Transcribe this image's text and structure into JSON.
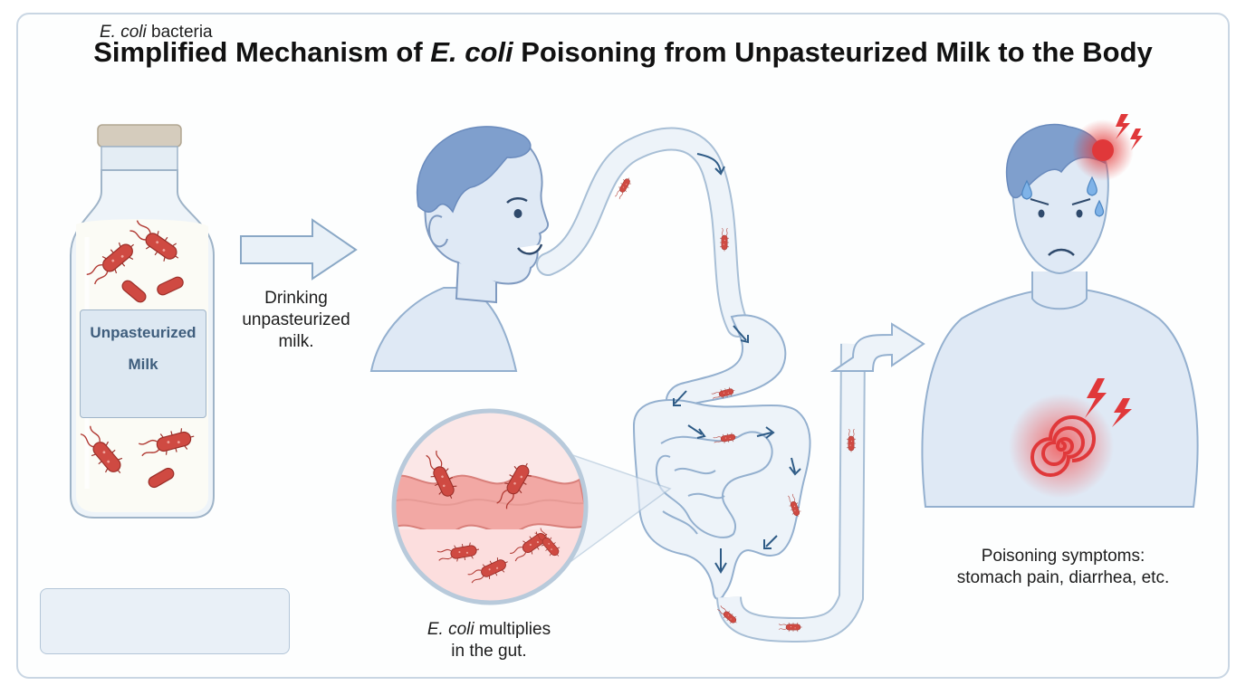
{
  "title": {
    "pre": "Simplified Mechanism of ",
    "organism": "E. coli",
    "post": " Poisoning from Unpasteurized Milk to the Body"
  },
  "milk_label": {
    "line1": "Unpasteurized",
    "line2": "Milk"
  },
  "captions": {
    "drinking": [
      "Drinking",
      "unpasteurized",
      "milk."
    ],
    "multiplies_em": "E. coli",
    "multiplies_rest": " multiplies",
    "multiplies_line2": "in the gut.",
    "symptoms": [
      "Poisoning symptoms:",
      "stomach pain, diarrhea, etc."
    ]
  },
  "legend": {
    "em": "E. coli",
    "rest": " bacteria"
  },
  "colors": {
    "bacteria": "#cf4a42",
    "arrow": "#2e5b86",
    "skin": "#dfe9f5",
    "hair": "#7f9fcd",
    "pain": "#e0383a"
  },
  "icons": [
    "warning-icon",
    "bacteria-icon",
    "lightning-icon",
    "sweat-drop-icon",
    "pain-spiral-icon"
  ]
}
